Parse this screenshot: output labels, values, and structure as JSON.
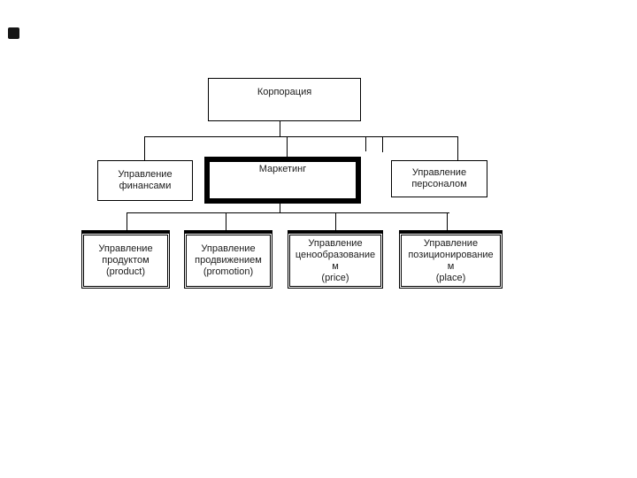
{
  "page": {
    "background": "#ffffff",
    "line_color": "#000000",
    "text_color": "#1a1a1a",
    "corner_marker_color": "#161616"
  },
  "org_chart": {
    "root": {
      "label": "Корпорация"
    },
    "level2": [
      {
        "id": "finance",
        "lines": [
          "Управление",
          "финансами"
        ],
        "emphasized": false
      },
      {
        "id": "marketing",
        "lines": [
          "Маркетинг"
        ],
        "emphasized": true
      },
      {
        "id": "personnel",
        "lines": [
          "Управление",
          "персоналом"
        ],
        "emphasized": false
      }
    ],
    "level3": [
      {
        "id": "product",
        "lines": [
          "Управление",
          "продуктом",
          "(product)"
        ]
      },
      {
        "id": "promotion",
        "lines": [
          "Управление",
          "продвижением",
          "(promotion)"
        ]
      },
      {
        "id": "price",
        "lines": [
          "Управление",
          "ценообразование",
          "м",
          "(price)"
        ]
      },
      {
        "id": "place",
        "lines": [
          "Управление",
          "позиционирование",
          "м",
          "(place)"
        ]
      }
    ]
  }
}
